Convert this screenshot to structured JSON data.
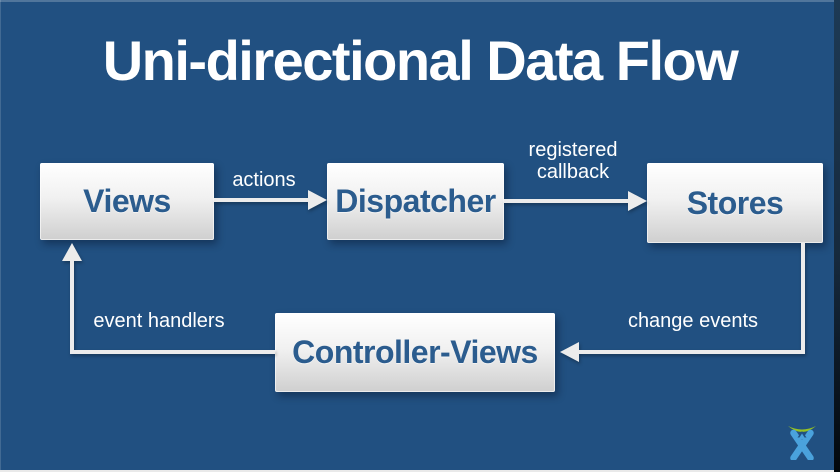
{
  "title": "Uni-directional Data Flow",
  "colors": {
    "background": "#215081",
    "box_gradient_top": "#ffffff",
    "box_gradient_bottom": "#cfcfcf",
    "box_text": "#2b5c8e",
    "arrow": "#ececec",
    "label_text": "#ffffff",
    "logo_blue": "#4aa2dc",
    "logo_green": "#96c121"
  },
  "nodes": [
    {
      "id": "views",
      "label": "Views"
    },
    {
      "id": "dispatcher",
      "label": "Dispatcher"
    },
    {
      "id": "stores",
      "label": "Stores"
    },
    {
      "id": "controller-views",
      "label": "Controller-Views"
    }
  ],
  "edges": [
    {
      "from": "views",
      "to": "dispatcher",
      "label": "actions"
    },
    {
      "from": "dispatcher",
      "to": "stores",
      "label": "registered callback"
    },
    {
      "from": "stores",
      "to": "controller-views",
      "label": "change events"
    },
    {
      "from": "controller-views",
      "to": "views",
      "label": "event handlers"
    }
  ],
  "logo": {
    "name": "atlassian-logo"
  }
}
